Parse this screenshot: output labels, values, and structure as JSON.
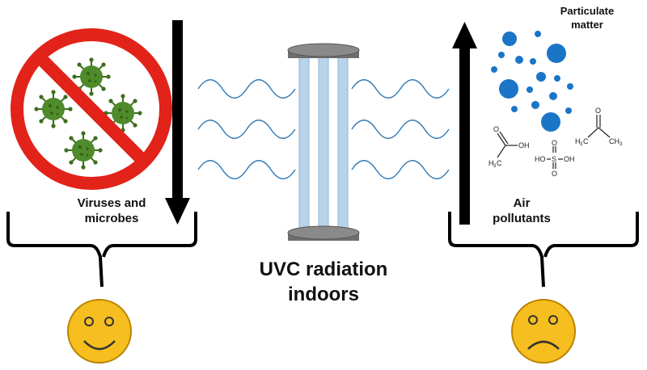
{
  "labels": {
    "viruses_line1": "Viruses and",
    "viruses_line2": "microbes",
    "air_line1": "Air",
    "air_line2": "pollutants",
    "pm_line1": "Particulate",
    "pm_line2": "matter",
    "uvc_line1": "UVC radiation",
    "uvc_line2": "indoors"
  },
  "chemistry": {
    "acetic_acid": {
      "oh": "OH",
      "o": "O",
      "h": "H",
      "c": "C",
      "sub3": "3"
    },
    "sulfuric_acid": {
      "ho": "HO",
      "oh": "OH",
      "s": "S",
      "o": "O"
    },
    "acetone": {
      "o": "O",
      "h": "H",
      "c": "C",
      "ch": "CH",
      "sub3": "3"
    }
  },
  "icons": [
    "prohibition-icon",
    "virus-icon",
    "uvc-lamp-icon",
    "arrow-down-icon",
    "arrow-up-icon",
    "happy-face-icon",
    "sad-face-icon",
    "wave-icon",
    "brace-icon",
    "particle-icon"
  ],
  "colors": {
    "prohibition_red": "#e2231a",
    "virus_green": "#4f8a2b",
    "particle_blue": "#1b75c7",
    "lamp_tube": "#b9d3ea",
    "lamp_cap": "#7c7c7c",
    "wave": "#2f79b5",
    "smiley_fill": "#f6be1e",
    "arrow": "#000000"
  }
}
